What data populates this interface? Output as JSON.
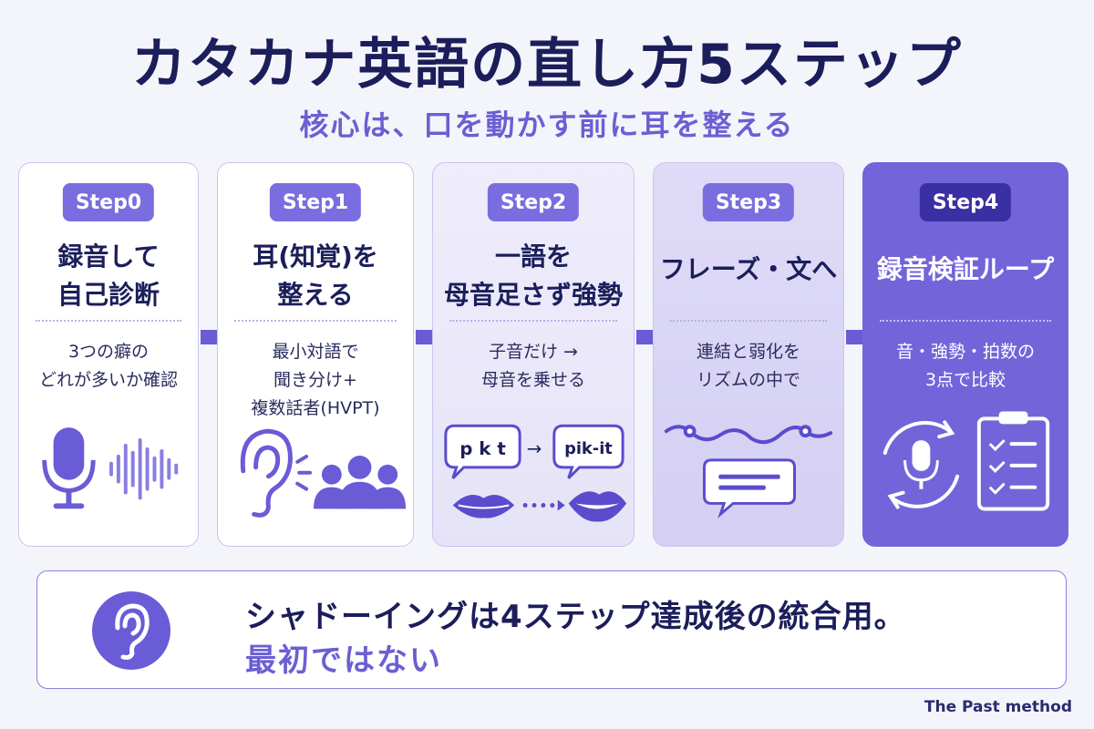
{
  "title": "カタカナ英語の直し方5ステップ",
  "subtitle": "核心は、口を動かす前に耳を整える",
  "steps": [
    {
      "label": "Step0",
      "title": "録音して\n自己診断",
      "desc": "3つの癖の\nどれが多いか確認"
    },
    {
      "label": "Step1",
      "title": "耳(知覚)を\n整える",
      "desc": "最小対語で\n聞き分け+\n複数話者(HVPT)"
    },
    {
      "label": "Step2",
      "title": "一語を\n母音足さず強勢",
      "desc": "子音だけ →\n母音を乗せる",
      "bubble_left": "p k t",
      "bubble_right": "pik-it",
      "bubble_arrow": "→"
    },
    {
      "label": "Step3",
      "title": "フレーズ・文へ",
      "desc": "連結と弱化を\nリズムの中で"
    },
    {
      "label": "Step4",
      "title": "録音検証ループ",
      "desc": "音・強勢・拍数の\n3点で比較"
    }
  ],
  "bottom": {
    "line1": "シャドーイングは4ステップ達成後の統合用。",
    "line2": "最初ではない"
  },
  "credit": "The Past method",
  "colors": {
    "navy": "#1b1e5a",
    "accent": "#6b5fd3",
    "pill": "#7a6de0",
    "step4_bg": "#7464da",
    "step4_pill": "#3a2fa3"
  },
  "icons": [
    "microphone-icon",
    "sound-wave-icon",
    "ear-icon",
    "speaker-lines-icon",
    "people-group-icon",
    "speech-bubble-icon",
    "lips-icon",
    "rhythm-wave-icon",
    "message-icon",
    "cycle-arrows-icon",
    "checklist-clipboard-icon"
  ]
}
